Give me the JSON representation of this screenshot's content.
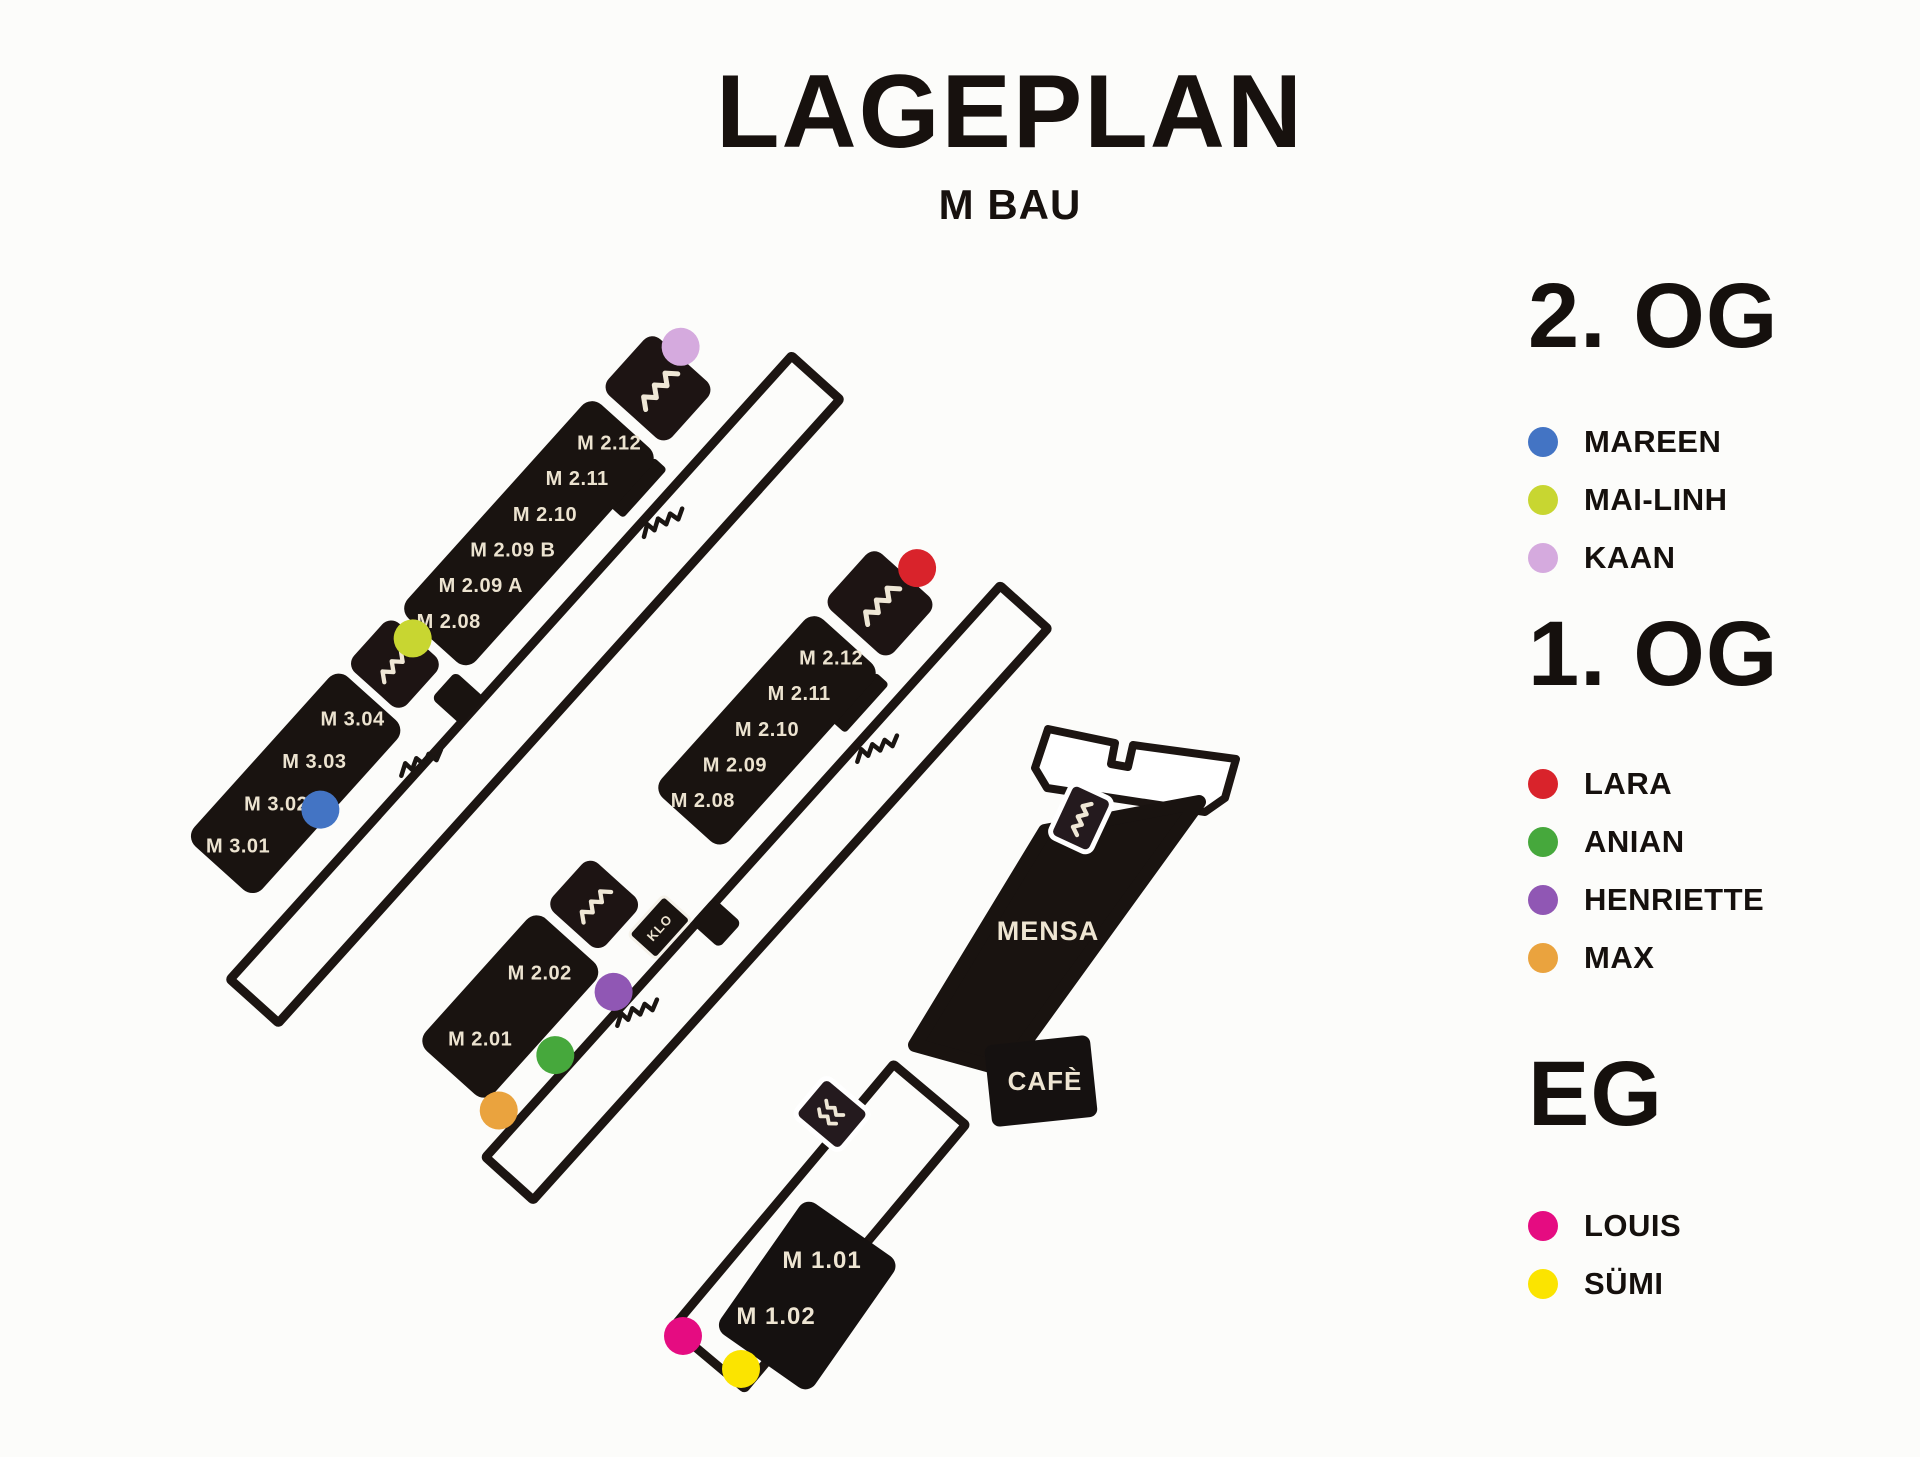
{
  "title": {
    "main": "LAGEPLAN",
    "sub": "M BAU"
  },
  "legend": {
    "sections": [
      {
        "id": "2og",
        "heading": "2. OG",
        "entries": [
          {
            "name": "MAREEN",
            "color": "#4374c4"
          },
          {
            "name": "MAI-LINH",
            "color": "#c8d631"
          },
          {
            "name": "KAAN",
            "color": "#d5aade"
          }
        ]
      },
      {
        "id": "1og",
        "heading": "1. OG",
        "entries": [
          {
            "name": "LARA",
            "color": "#d9232b"
          },
          {
            "name": "ANIAN",
            "color": "#46a83c"
          },
          {
            "name": "HENRIETTE",
            "color": "#9057b4"
          },
          {
            "name": "MAX",
            "color": "#eaa33e"
          }
        ]
      },
      {
        "id": "eg",
        "heading": "EG",
        "entries": [
          {
            "name": "LOUIS",
            "color": "#e50c81"
          },
          {
            "name": "SÜMI",
            "color": "#fbe400"
          }
        ]
      }
    ]
  },
  "floor2": {
    "rooms_upper": [
      "M 2.12",
      "M 2.11",
      "M 2.10",
      "M 2.09 B",
      "M 2.09 A",
      "M 2.08"
    ],
    "rooms_lower": [
      "M 3.04",
      "M 3.03",
      "M 3.02",
      "M 3.01"
    ]
  },
  "floor1": {
    "rooms_upper": [
      "M 2.12",
      "M 2.11",
      "M 2.10",
      "M 2.09",
      "M 2.08"
    ],
    "toilet": "KLO",
    "rooms_lower": [
      "M 2.02",
      "M 2.01"
    ]
  },
  "floor0": {
    "mensa": "MENSA",
    "cafe": "CAFÈ",
    "rooms": [
      "M 1.01",
      "M 1.02"
    ]
  }
}
